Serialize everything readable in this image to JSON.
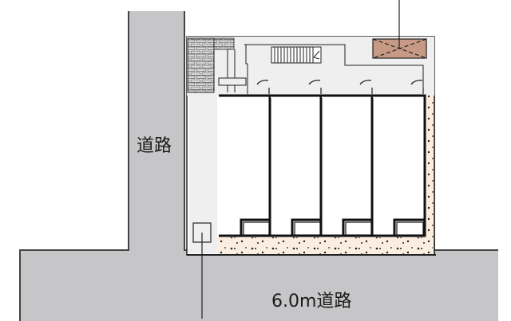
{
  "roads": {
    "side_road": {
      "label": "道路"
    },
    "front_road": {
      "label": "6.0m道路"
    }
  },
  "site": {
    "unit_count": 4,
    "features": [
      "brick-wall",
      "staircase",
      "storage-box",
      "parking-area",
      "gravel-strip",
      "meter-box"
    ]
  },
  "colors": {
    "road": "#c6c6c8",
    "corridor": "#efefef",
    "gravel": "#fbeee0",
    "storage": "#c79a86",
    "wall": "#1a1a1a"
  }
}
